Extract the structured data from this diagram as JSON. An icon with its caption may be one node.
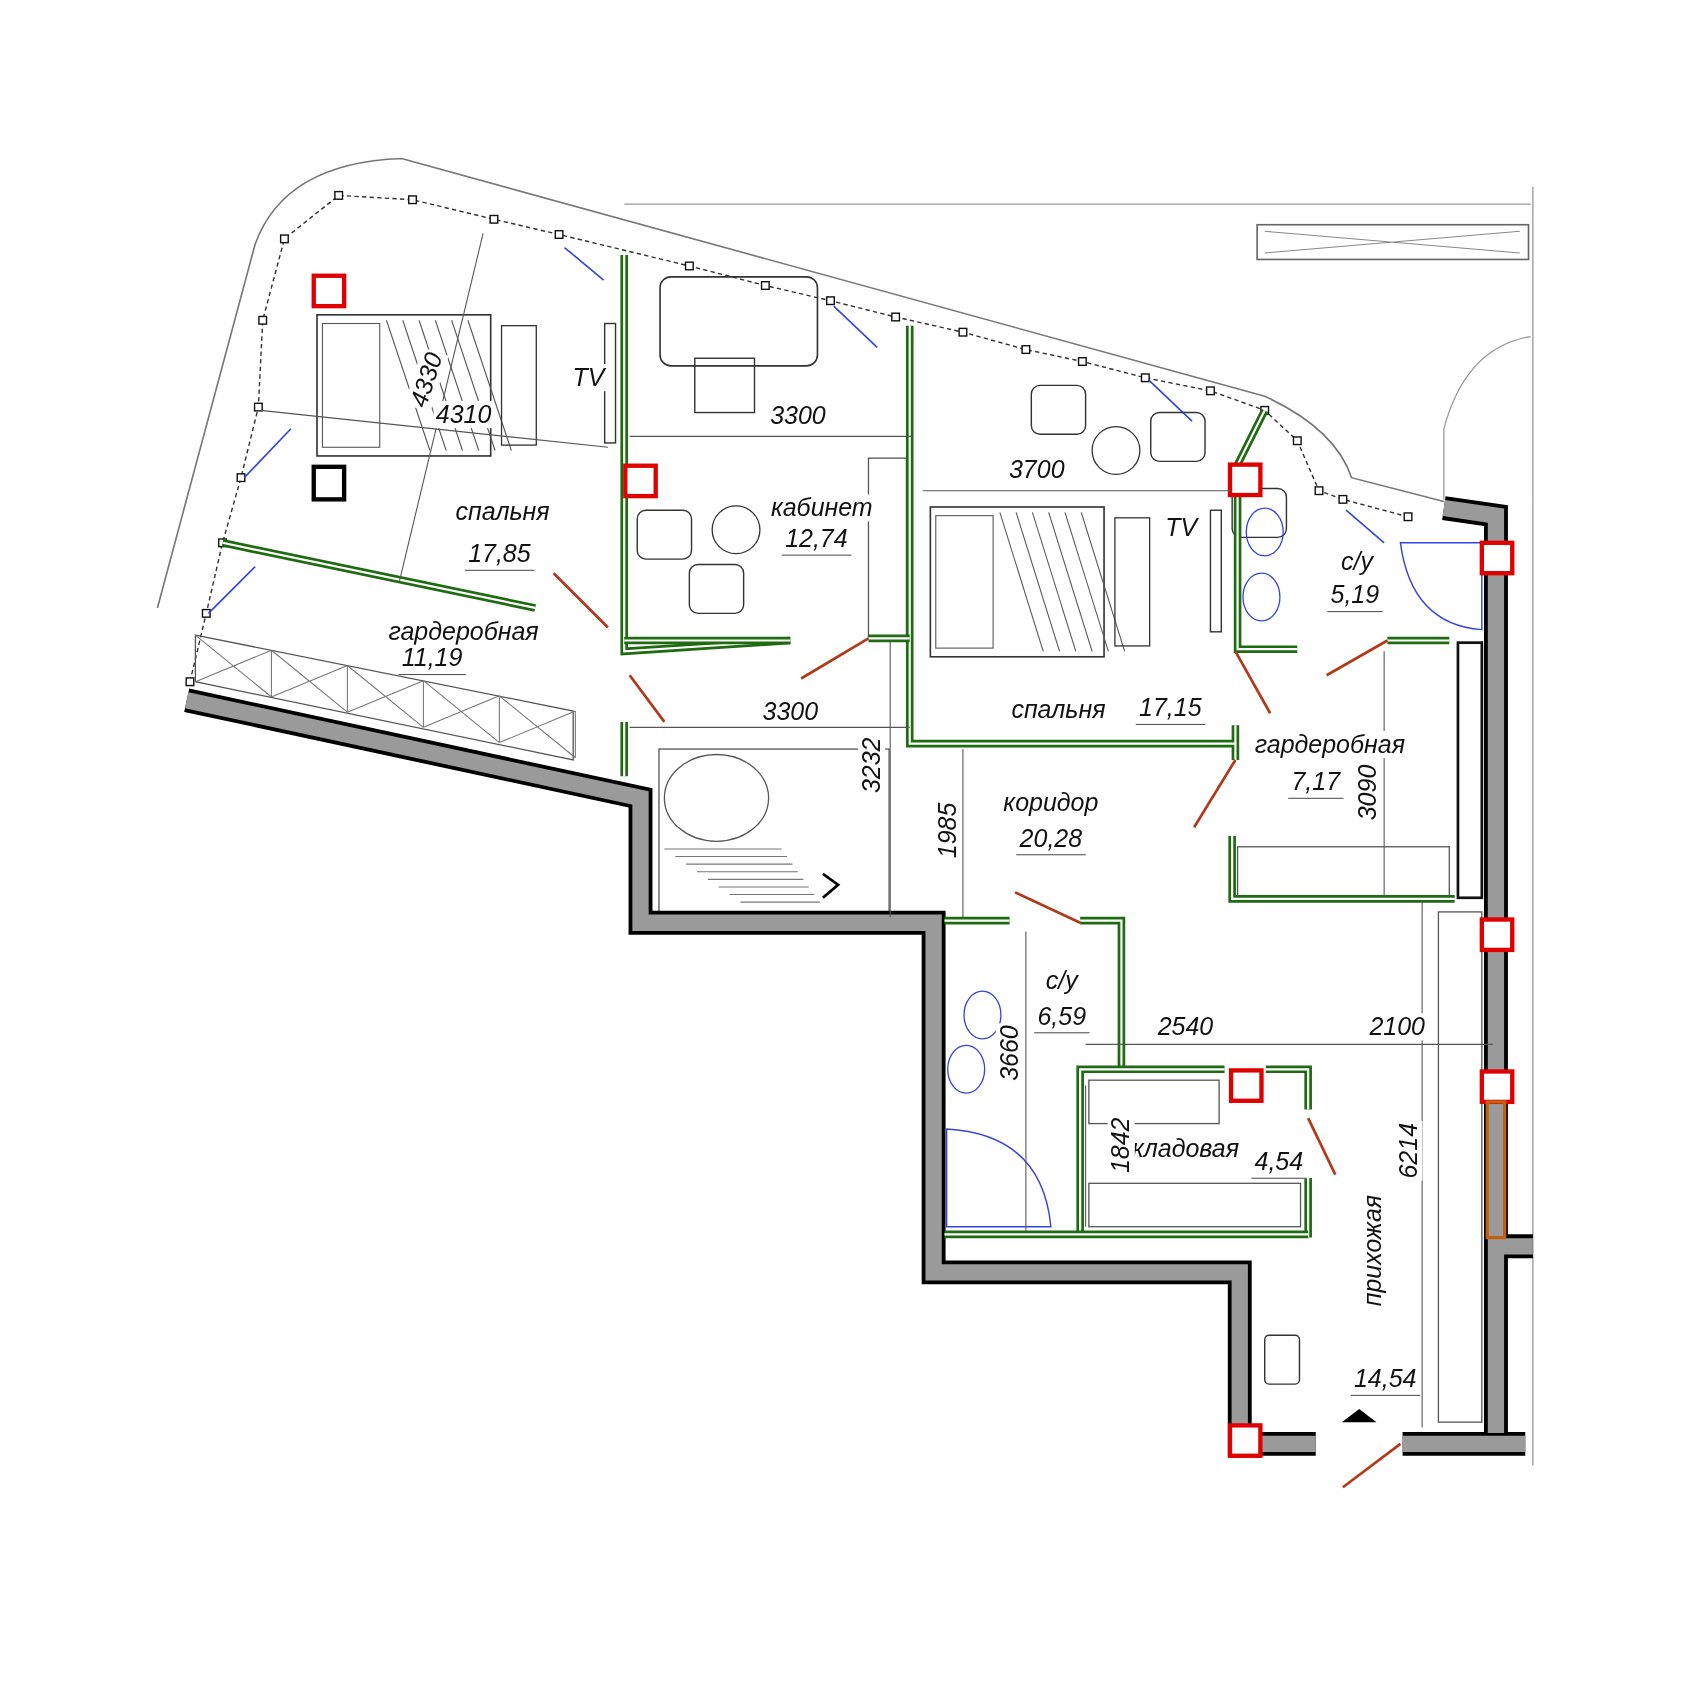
{
  "diagram": {
    "labels": [
      "TV",
      "4330",
      "4310",
      "3300",
      "3700",
      "кабинет",
      "спальня",
      "TV",
      "12,74",
      "17,85",
      "с/у",
      "5,19",
      "гардеробная",
      "11,19",
      "спальня",
      "3300",
      "17,15",
      "гардеробная",
      "3232",
      "7,17",
      "3090",
      "коридор",
      "1985",
      "20,28",
      "с/у",
      "6,59",
      "2540",
      "2100",
      "3660",
      "кладовая",
      "1842",
      "4,54",
      "6214",
      "прихожая",
      "14,54"
    ]
  }
}
